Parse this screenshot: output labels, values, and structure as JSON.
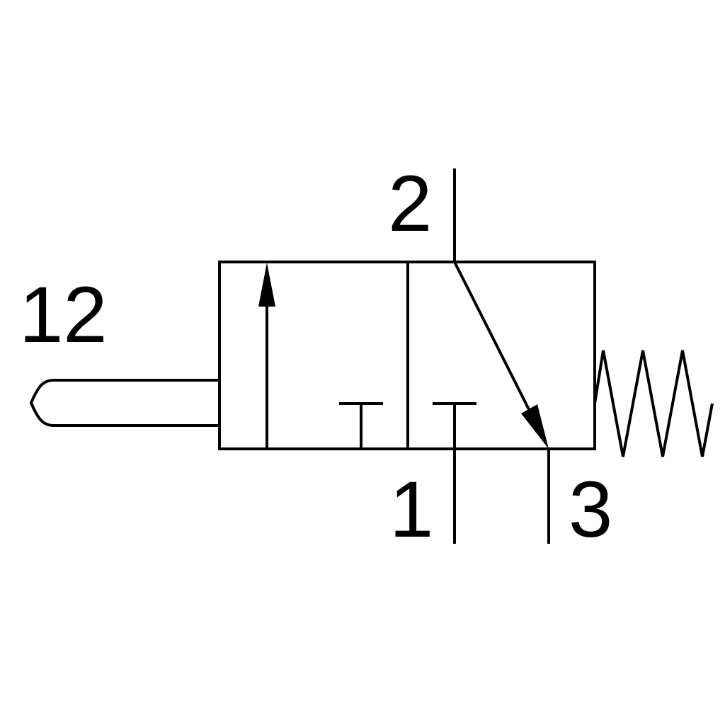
{
  "symbol": {
    "stroke_color": "#000000",
    "background_color": "#ffffff",
    "ports": {
      "pilot": "12",
      "outlet": "2",
      "supply": "1",
      "exhaust": "3"
    }
  }
}
